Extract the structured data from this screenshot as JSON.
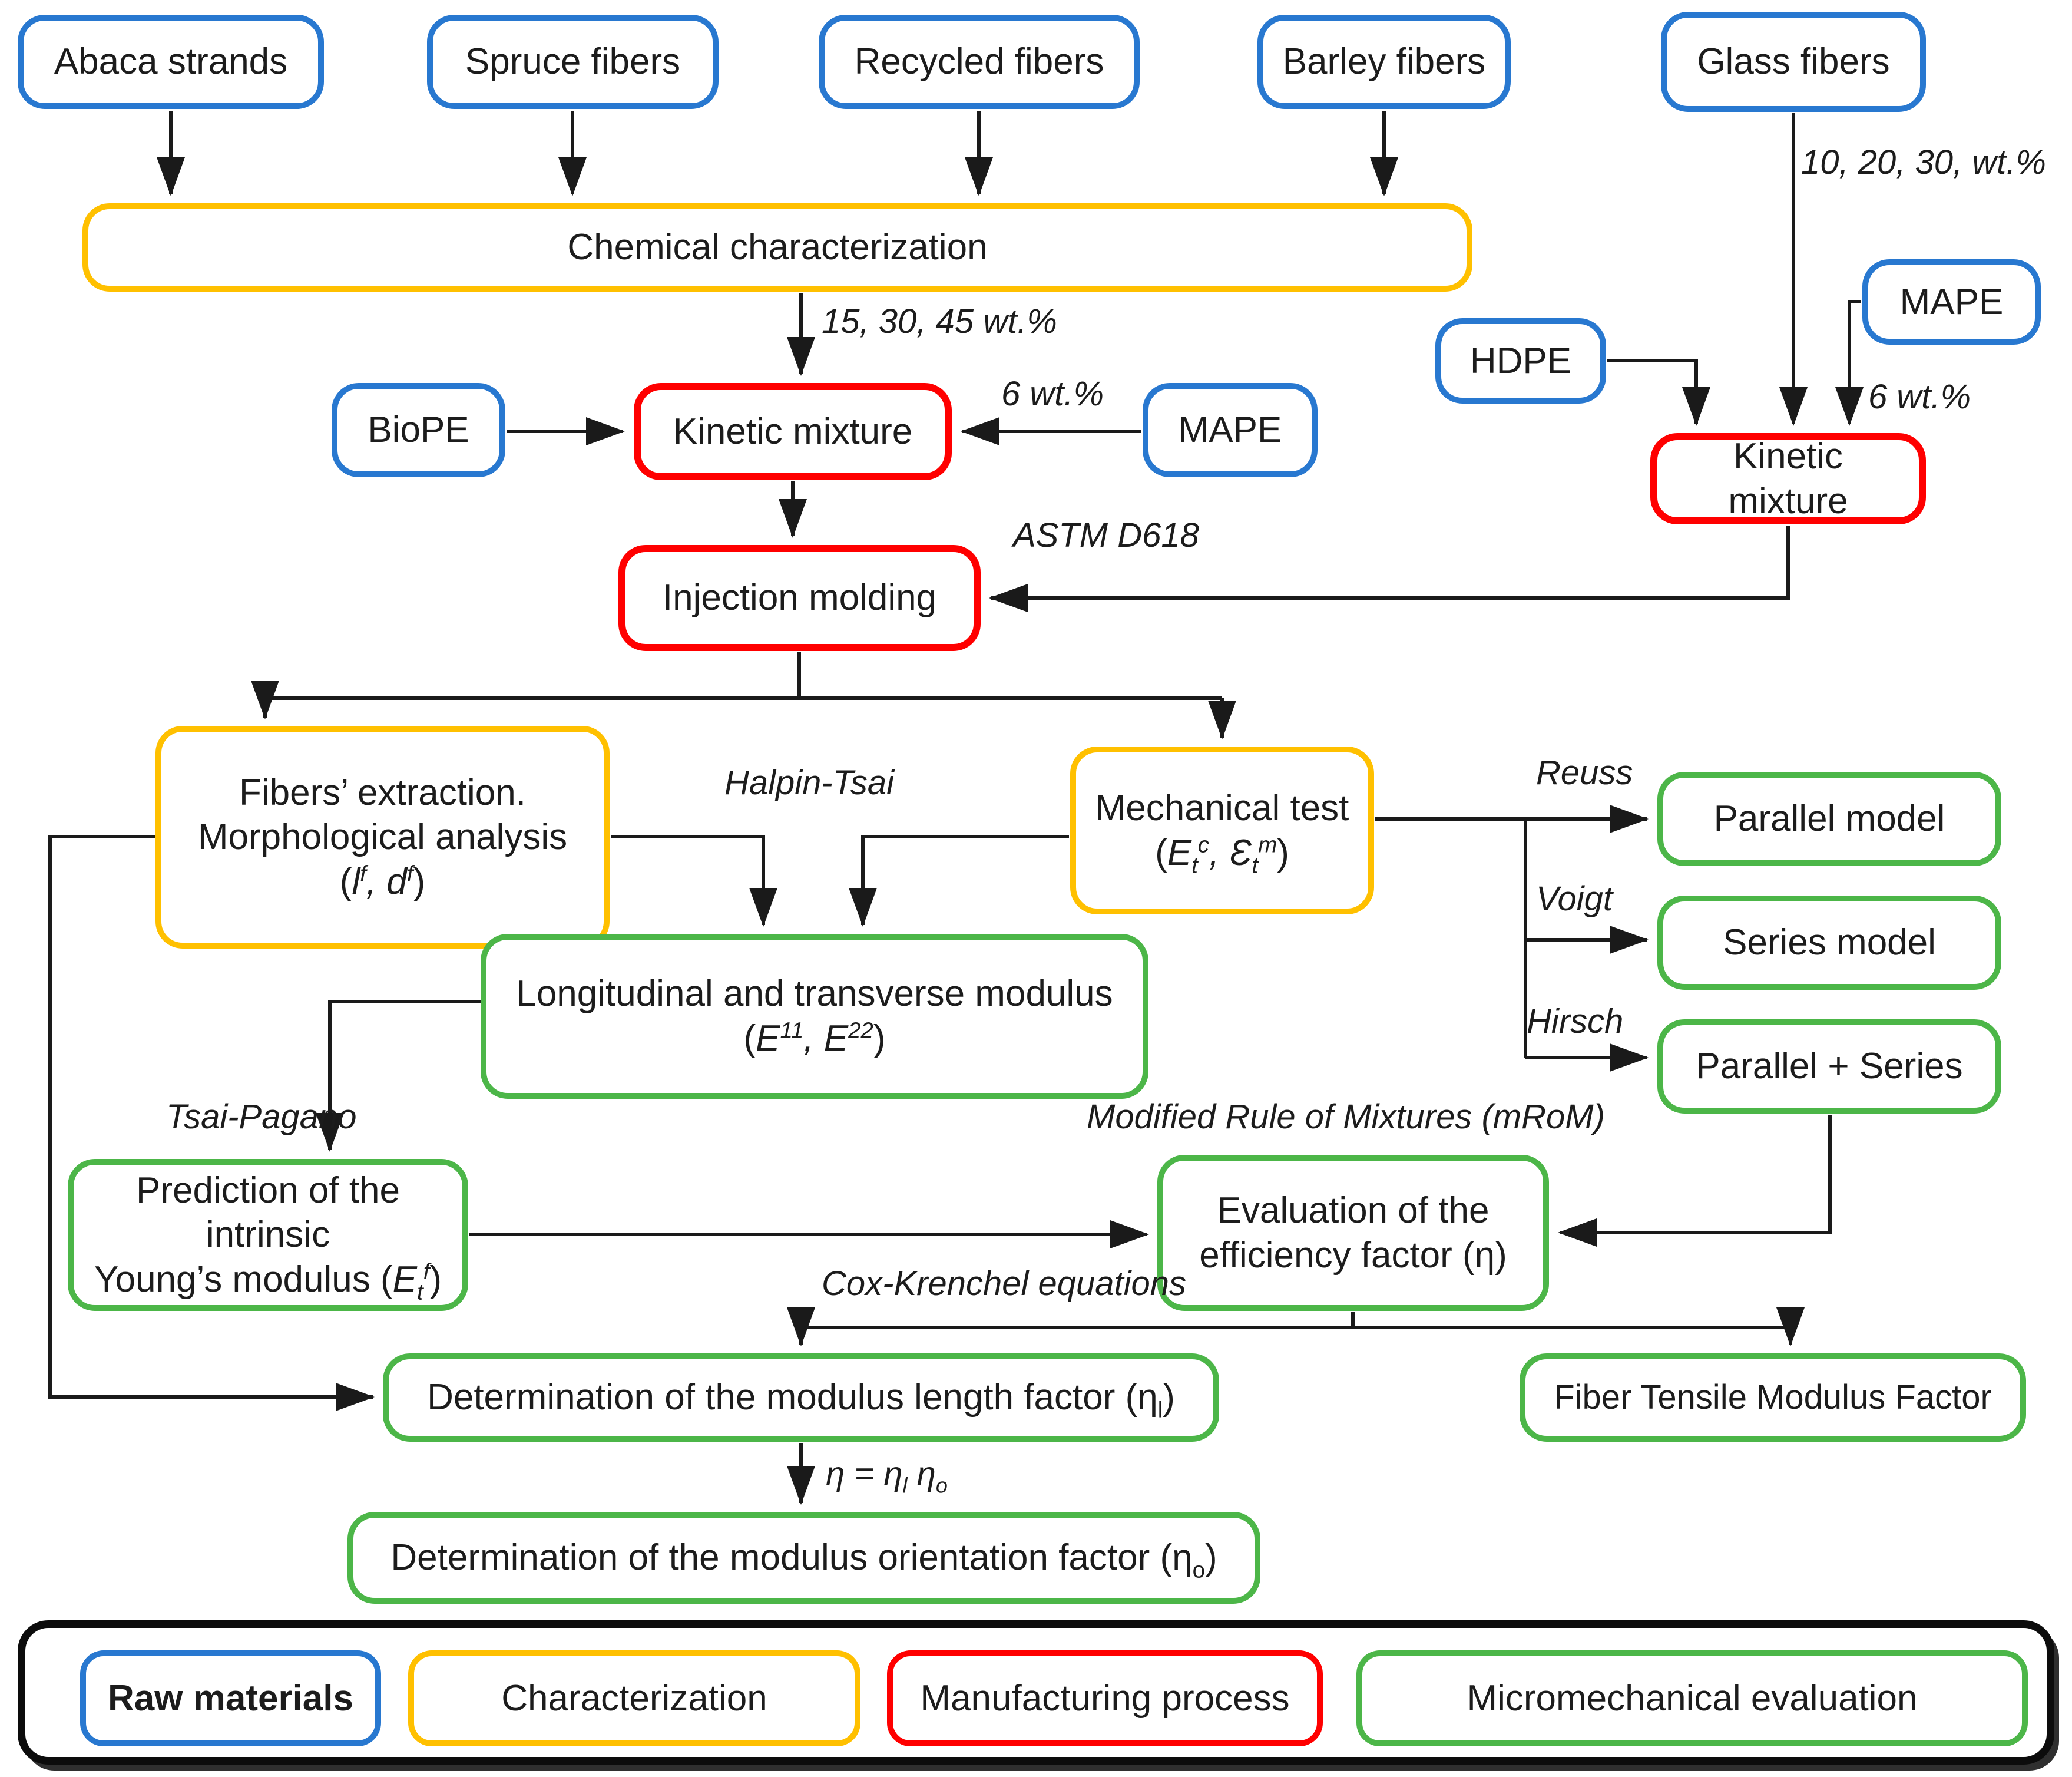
{
  "colors": {
    "blue": "#2878d0",
    "yellow": "#ffc000",
    "red": "#ff0000",
    "green": "#4cb648",
    "line": "#1a1a1a"
  },
  "nodes": {
    "abaca": {
      "label": "Abaca strands"
    },
    "spruce": {
      "label": "Spruce fibers"
    },
    "recycled": {
      "label": "Recycled fibers"
    },
    "barley": {
      "label": "Barley fibers"
    },
    "glass": {
      "label": "Glass fibers"
    },
    "chemical": {
      "label": "Chemical characterization"
    },
    "biope": {
      "label": "BioPE"
    },
    "kinetic_left": {
      "label": "Kinetic mixture"
    },
    "mape_left": {
      "label": "MAPE"
    },
    "hdpe": {
      "label": "HDPE"
    },
    "mape_right": {
      "label": "MAPE"
    },
    "kinetic_right": {
      "label": "Kinetic mixture"
    },
    "injection": {
      "label": "Injection molding"
    },
    "fibers_extraction": {
      "line1": "Fibers’ extraction.",
      "line2": "Morphological analysis",
      "line3_html": "(<i>l<sup>f</sup>, d<sup>f</sup></i>)"
    },
    "mechanical_test": {
      "line1": "Mechanical test",
      "line2_html": "(<i>E<sub>t</sub><sup>c</sup>, Ɛ<sub>t</sub><sup>m</sup></i>)"
    },
    "parallel_model": {
      "label": "Parallel model"
    },
    "series_model": {
      "label": "Series model"
    },
    "parallel_series": {
      "label": "Parallel + Series"
    },
    "longitudinal": {
      "line1": "Longitudinal and transverse modulus",
      "line2_html": "(<i>E<sup>11</sup>, E<sup>22</sup></i>)"
    },
    "prediction": {
      "line1": "Prediction of the intrinsic",
      "line2_html": "Young’s modulus (<i>E<sub>t</sub><sup>f</sup></i>)"
    },
    "evaluation": {
      "line1": "Evaluation of the",
      "line2": "efficiency factor (η)"
    },
    "length_factor": {
      "label_html": "Determination of the modulus length factor (η<sub>l</sub>)"
    },
    "fiber_tensile": {
      "label": "Fiber Tensile Modulus Factor"
    },
    "orientation_factor": {
      "label_html": "Determination  of the modulus orientation factor (η<sub>o</sub>)"
    }
  },
  "edge_labels": {
    "glass_loading": "10, 20, 30, wt.%",
    "fiber_loading": "15, 30, 45 wt.%",
    "mape_left_pct": "6 wt.%",
    "mape_right_pct": "6 wt.%",
    "astm": "ASTM D618",
    "halpin": "Halpin-Tsai",
    "reuss": "Reuss",
    "voigt": "Voigt",
    "hirsch": "Hirsch",
    "tsai": "Tsai-Pagano",
    "mrom": "Modified Rule of Mixtures (mRoM)",
    "cox": "Cox-Krenchel equations",
    "eta_html": "η = η<sub>l</sub> η<sub>o</sub>"
  },
  "legend": {
    "raw_materials": "Raw materials",
    "characterization": "Characterization",
    "manufacturing": "Manufacturing process",
    "micromechanical": "Micromechanical evaluation"
  }
}
